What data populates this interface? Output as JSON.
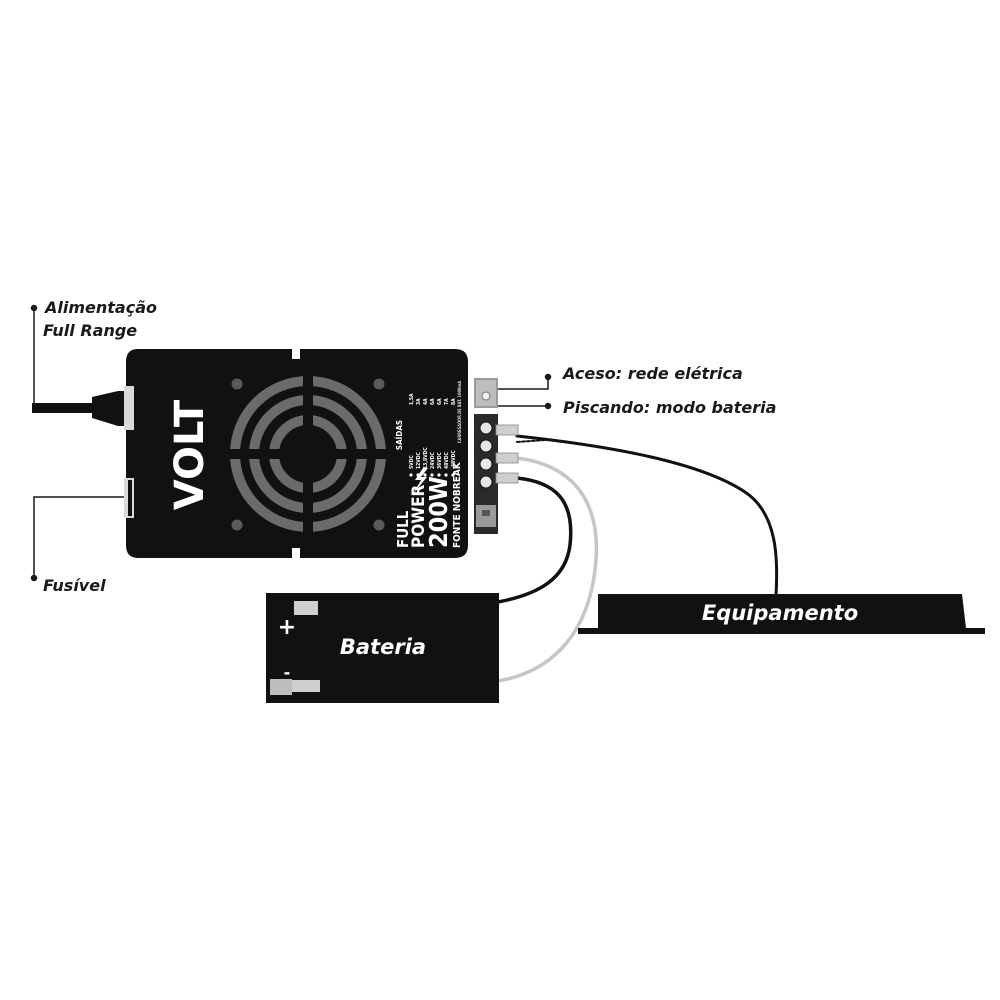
{
  "callouts": {
    "power_line1": "Alimentação",
    "power_line2": "Full Range",
    "fuse": "Fusível",
    "led_on": "Aceso: rede elétrica",
    "led_blink": "Piscando: modo bateria"
  },
  "device": {
    "brand": "VOLT",
    "model_line1": "FULL",
    "model_line2": "POWER",
    "model_line3": "200W",
    "model_sub": "FONTE NOBREAK",
    "outputs_title": "SAÍDAS",
    "charger_note": "CARREGADOR DE BAT. 1000mA",
    "outputs": [
      {
        "voltage": "5VDC",
        "current": "1,5A"
      },
      {
        "voltage": "12VDC",
        "current": "3A"
      },
      {
        "voltage": "13,8VDC",
        "current": "4A"
      },
      {
        "voltage": "24VDC",
        "current": "6A"
      },
      {
        "voltage": "36VDC",
        "current": "6A"
      },
      {
        "voltage": "48VDC",
        "current": "7A"
      },
      {
        "voltage": "-48VDC",
        "current": "8A"
      }
    ]
  },
  "battery": {
    "label": "Bateria",
    "plus": "+",
    "minus": "-"
  },
  "equipment": {
    "label": "Equipamento"
  }
}
